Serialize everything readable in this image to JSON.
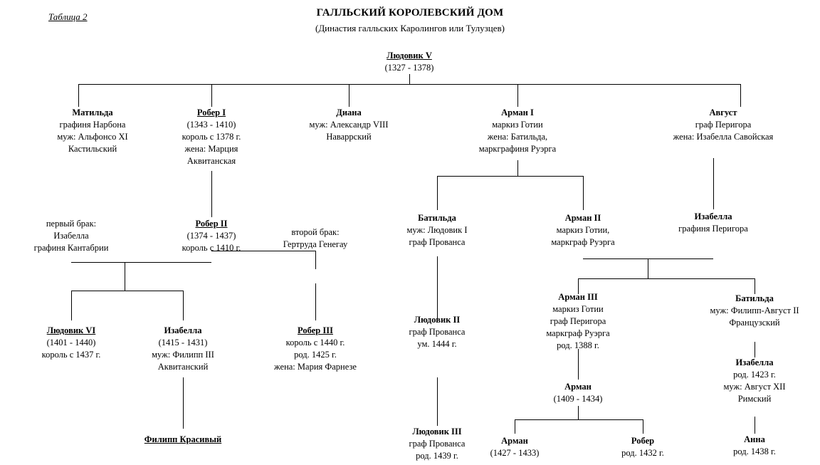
{
  "header": {
    "table_label": "Таблица 2",
    "title": "ГАЛЛЬСКИЙ КОРОЛЕВСКИЙ ДОМ",
    "subtitle": "(Династия галльских Каролингов или Тулузцев)"
  },
  "chart_data": {
    "type": "diagram",
    "diagram_kind": "genealogy-tree",
    "title": "ГАЛЛЬСКИЙ КОРОЛЕВСКИЙ ДОМ",
    "subtitle": "(Династия галльских Каролингов или Тулузцев)",
    "root": "ludovik-v",
    "generations": 5
  },
  "nodes": {
    "ludovik_v": {
      "name": "Людовик V",
      "l1": "(1327 - 1378)"
    },
    "matilda": {
      "name": "Матильда",
      "l1": "графиня Нарбона",
      "l2": "муж: Альфонсо XI",
      "l3": "Кастильский"
    },
    "rober_i": {
      "name": "Робер I",
      "l1": "(1343 - 1410)",
      "l2": "король с 1378 г.",
      "l3": "жена: Марция",
      "l4": "Аквитанская"
    },
    "diana": {
      "name": "Диана",
      "l1": "муж: Александр VIII",
      "l2": "Наваррский"
    },
    "arman_i": {
      "name": "Арман I",
      "l1": "маркиз Готии",
      "l2": "жена: Батильда,",
      "l3": "маркграфиня Руэрга"
    },
    "avgust": {
      "name": "Август",
      "l1": "граф Перигора",
      "l2": "жена: Изабелла Савойская"
    },
    "wife1": {
      "name": "первый брак:",
      "l1": "Изабелла",
      "l2": "графиня Кантабрии"
    },
    "rober_ii": {
      "name": "Робер II",
      "l1": "(1374 - 1437)",
      "l2": "король с 1410 г."
    },
    "wife2": {
      "name": "второй брак:",
      "l1": "Гертруда Генегау"
    },
    "batilda_1": {
      "name": "Батильда",
      "l1": "муж: Людовик I",
      "l2": "граф Прованса"
    },
    "arman_ii": {
      "name": "Арман II",
      "l1": "маркиз Готии,",
      "l2": "маркграф Руэрга"
    },
    "izabella_perigor": {
      "name": "Изабелла",
      "l1": "графиня Перигора"
    },
    "ludovik_vi": {
      "name": "Людовик VI",
      "l1": "(1401 - 1440)",
      "l2": "король с 1437 г."
    },
    "izabella_1415": {
      "name": "Изабелла",
      "l1": "(1415 - 1431)",
      "l2": "муж: Филипп III",
      "l3": "Аквитанский"
    },
    "rober_iii": {
      "name": "Робер III",
      "l1": "король с 1440 г.",
      "l2": "род. 1425 г.",
      "l3": "жена: Мария Фарнезе"
    },
    "ludovik_ii": {
      "name": "Людовик II",
      "l1": "граф Прованса",
      "l2": "ум. 1444 г."
    },
    "arman_iii": {
      "name": "Арман III",
      "l1": "маркиз Готии",
      "l2": "граф Перигора",
      "l3": "маркграф Руэрга",
      "l4": "род. 1388 г."
    },
    "batilda_2": {
      "name": "Батильда",
      "l1": "муж: Филипп-Август II",
      "l2": "Французский"
    },
    "izabella_1423": {
      "name": "Изабелла",
      "l1": "род. 1423 г.",
      "l2": "муж: Август XII",
      "l3": "Римский"
    },
    "arman_1409": {
      "name": "Арман",
      "l1": "(1409 - 1434)"
    },
    "filipp": {
      "name": "Филипп Красивый"
    },
    "ludovik_iii": {
      "name": "Людовик III",
      "l1": "граф Прованса",
      "l2": "род. 1439 г."
    },
    "arman_1427": {
      "name": "Арман",
      "l1": "(1427 - 1433)"
    },
    "rober_1432": {
      "name": "Робер",
      "l1": "род. 1432 г."
    },
    "anna": {
      "name": "Анна",
      "l1": "род. 1438 г."
    }
  }
}
